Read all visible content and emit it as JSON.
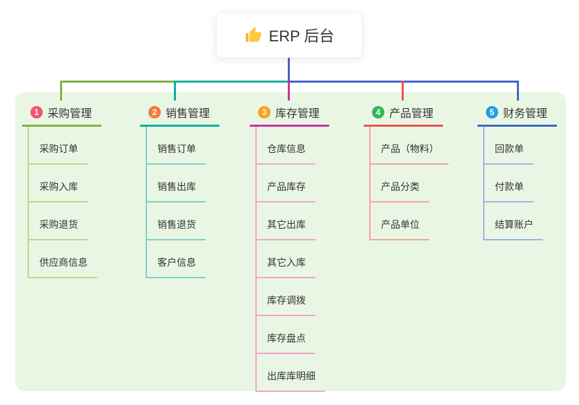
{
  "root": {
    "title": "ERP 后台",
    "icon": "thumbs-up",
    "connector_color": "#4B5DC7"
  },
  "branches": [
    {
      "number": "1",
      "label": "采购管理",
      "color": "#7CB342",
      "badge_color": "#F4566E",
      "light_color": "#B5DA8C",
      "children": [
        "采购订单",
        "采购入库",
        "采购退货",
        "供应商信息"
      ]
    },
    {
      "number": "2",
      "label": "销售管理",
      "color": "#0AAFA2",
      "badge_color": "#F57A3C",
      "light_color": "#7FD0C8",
      "children": [
        "销售订单",
        "销售出库",
        "销售退货",
        "客户信息"
      ]
    },
    {
      "number": "3",
      "label": "库存管理",
      "color": "#CB2FA0",
      "badge_color": "#FAA21B",
      "light_color": "#F2A3CC",
      "children": [
        "仓库信息",
        "产品库存",
        "其它出库",
        "其它入库",
        "库存调拨",
        "库存盘点",
        "出库库明细"
      ]
    },
    {
      "number": "4",
      "label": "产品管理",
      "color": "#EF5350",
      "badge_color": "#35B857",
      "light_color": "#F7A29F",
      "children": [
        "产品（物料）",
        "产品分类",
        "产品单位"
      ]
    },
    {
      "number": "5",
      "label": "财务管理",
      "color": "#3F66C8",
      "badge_color": "#29A0DC",
      "light_color": "#9FB2E8",
      "children": [
        "回款单",
        "付款单",
        "结算账户"
      ]
    }
  ]
}
